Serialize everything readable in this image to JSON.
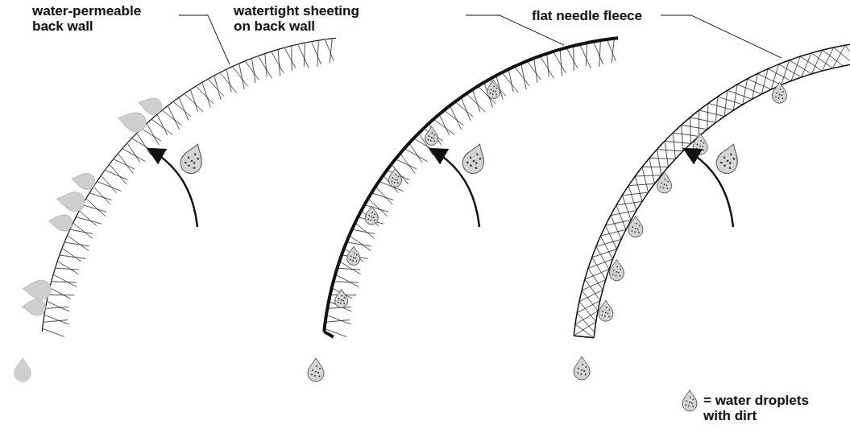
{
  "diagram": {
    "labels": [
      "water-permeable back wall",
      "watertight sheeting on back wall",
      "flat needle fleece"
    ],
    "legend": [
      {
        "text": "= water droplets with dirt"
      }
    ]
  }
}
